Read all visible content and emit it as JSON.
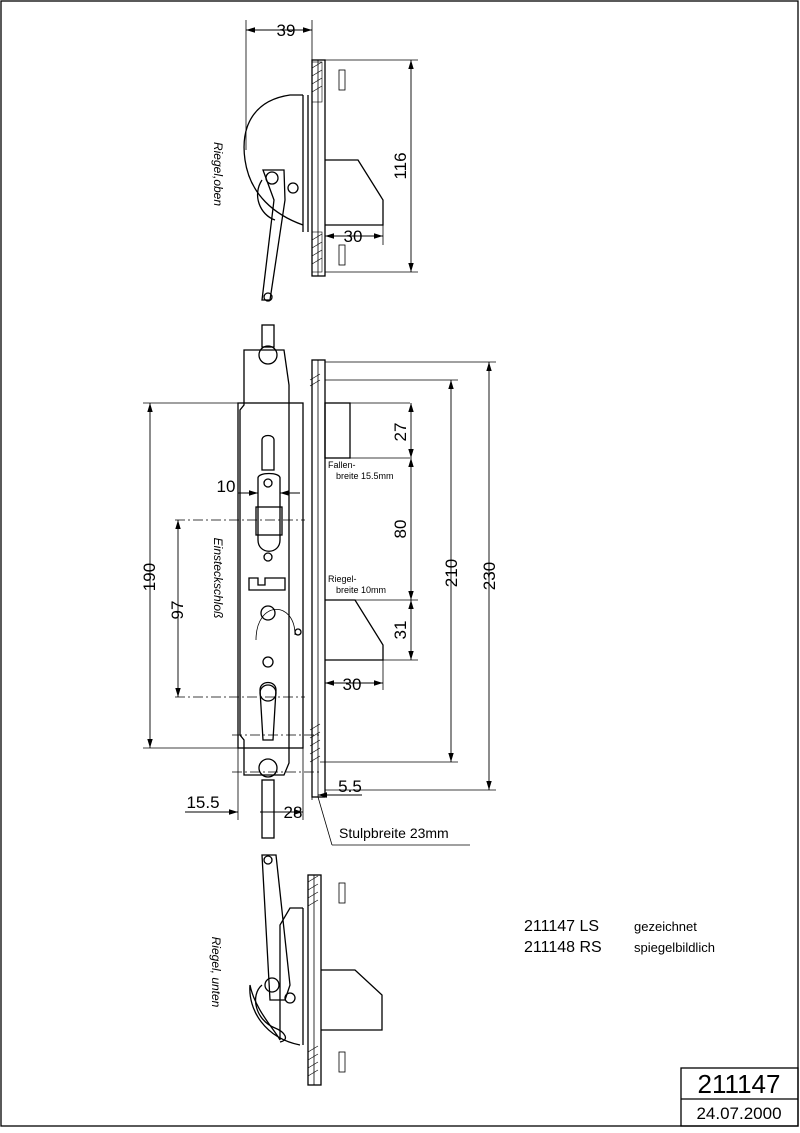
{
  "drawing": {
    "label_top": "Riegel,oben",
    "label_middle": "Einsteckschloß",
    "label_bottom": "Riegel, unten",
    "latch_note_1": "Fallen-",
    "latch_note_2": "breite 15.5mm",
    "bolt_note_1": "Riegel-",
    "bolt_note_2": "breite 10mm",
    "faceplate_label": "Stulpbreite 23mm"
  },
  "dimensions": {
    "top_width": "39",
    "top_height": "116",
    "top_bolt": "30",
    "lock_10": "10",
    "lock_27": "27",
    "lock_80": "80",
    "lock_190": "190",
    "lock_97": "97",
    "lock_210": "210",
    "lock_230": "230",
    "lock_31": "31",
    "lock_30": "30",
    "lock_15_5": "15.5",
    "lock_28": "28",
    "lock_5_5": "5.5"
  },
  "variants": [
    {
      "code": "211147 LS",
      "desc": "gezeichnet"
    },
    {
      "code": "211148 RS",
      "desc": "spiegelbildlich"
    }
  ],
  "title_block": {
    "number": "211147",
    "date": "24.07.2000"
  }
}
